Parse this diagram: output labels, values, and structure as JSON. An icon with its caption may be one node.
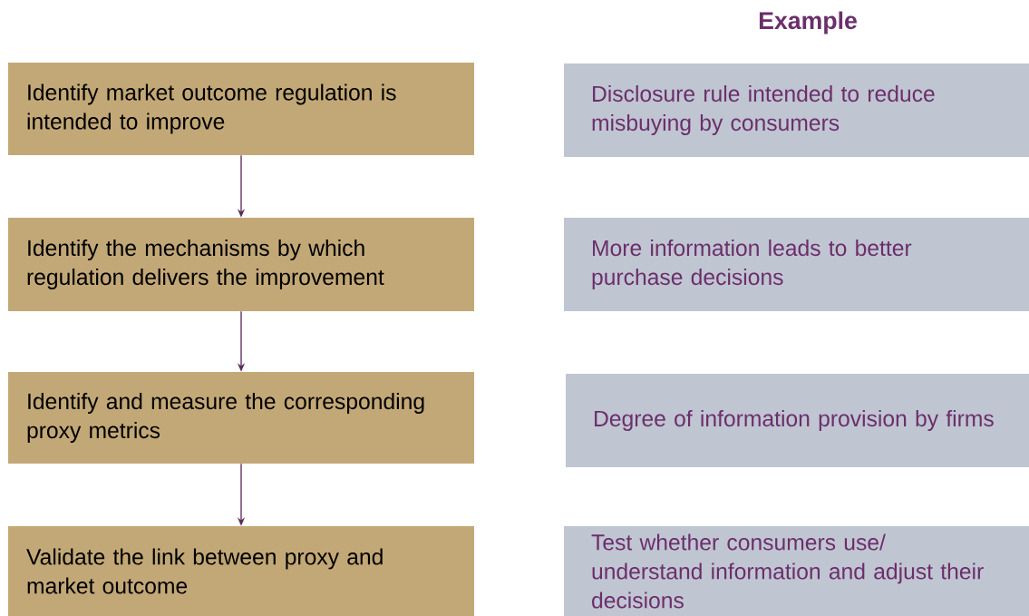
{
  "diagram": {
    "title": "Example",
    "nodes": [
      {
        "text": [
          "Identify market outcome regulation is intended to improve"
        ]
      },
      {
        "text": [
          "Disclosure rule intended to reduce misbuying by consumers"
        ]
      },
      {
        "text": [
          "Identify the mechanisms by which regulation delivers the improvement"
        ]
      },
      {
        "text": [
          "More information leads to better purchase decisions"
        ]
      },
      {
        "text": [
          "Identify and measure the corresponding proxy metrics"
        ]
      },
      {
        "text": [
          "Degree of information provision by firms"
        ]
      },
      {
        "text": [
          "Validate the link between proxy and market outcome"
        ]
      },
      {
        "text": [
          "Test whether consumers use/ understand information and adjust their decisions"
        ]
      }
    ],
    "edges": [
      {
        "from": 0,
        "to": 2,
        "arrow": "to"
      },
      {
        "from": 2,
        "to": 4,
        "arrow": "to"
      },
      {
        "from": 4,
        "to": 6,
        "arrow": "to"
      }
    ]
  }
}
